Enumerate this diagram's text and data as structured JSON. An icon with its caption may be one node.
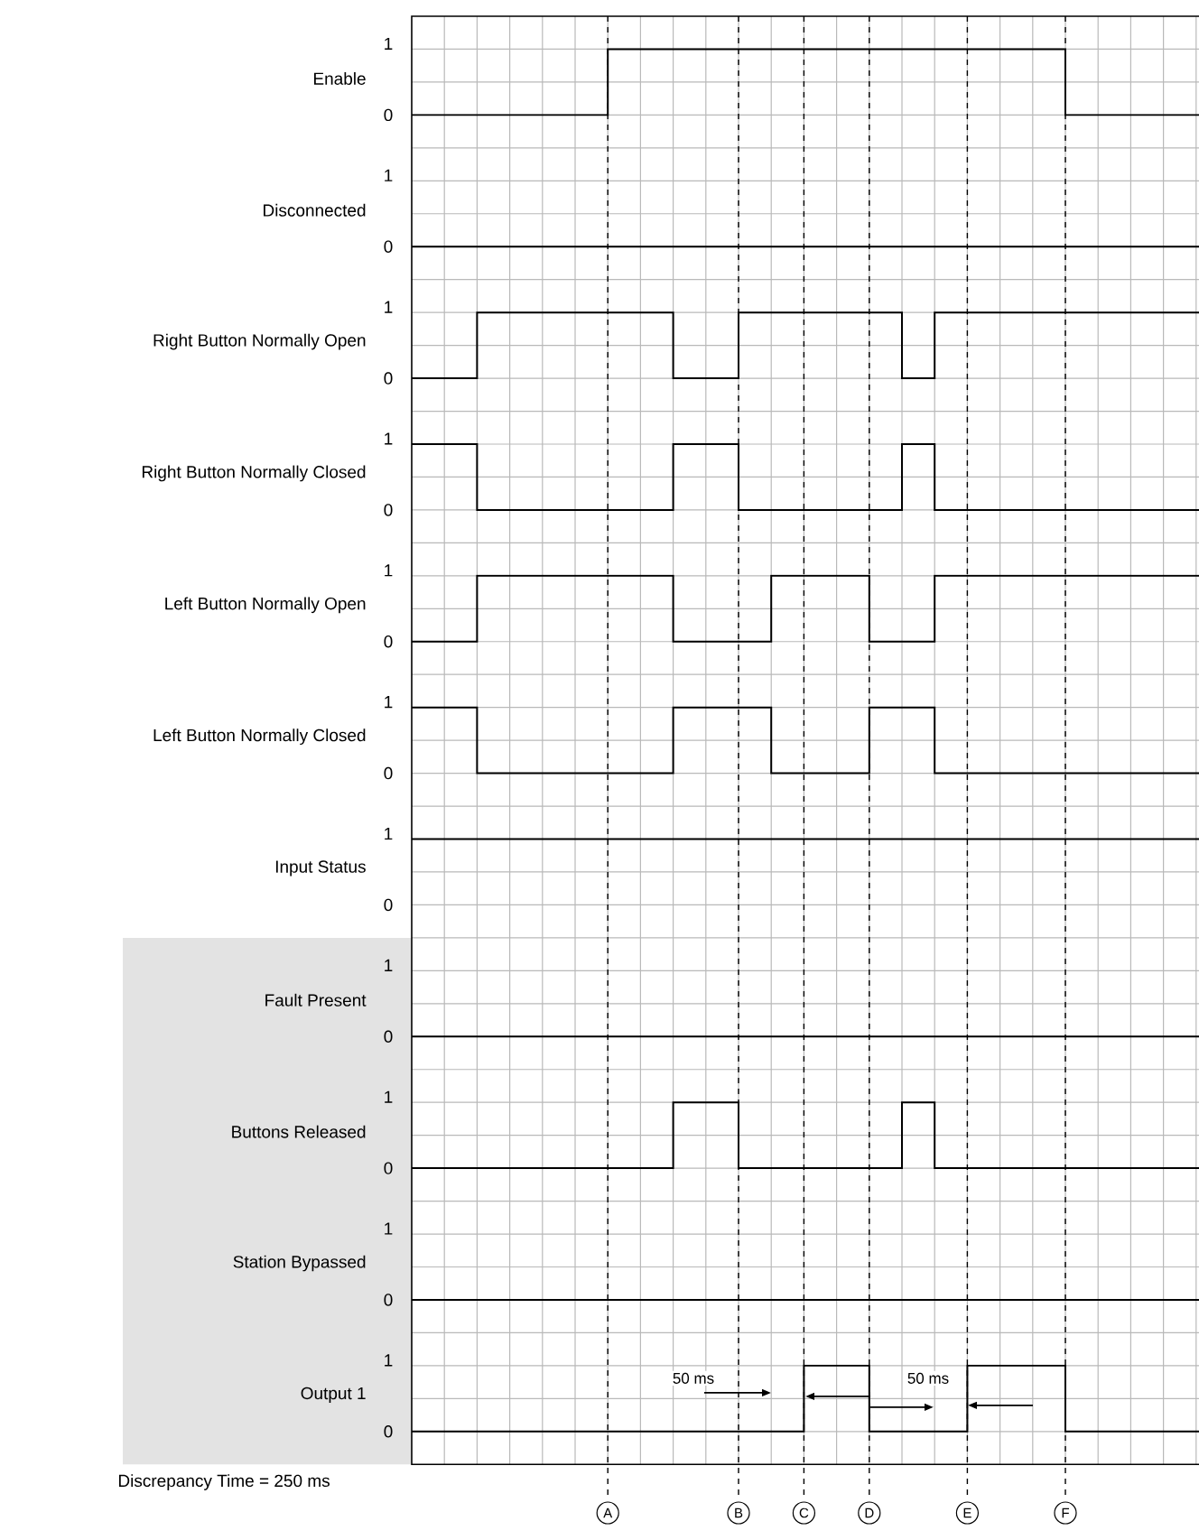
{
  "diagram": {
    "labels": [
      "Enable",
      "1",
      "0",
      "Disconnected",
      "1",
      "0",
      "Right Button Normally Open",
      "1",
      "0",
      "Right Button Normally Closed",
      "1",
      "0",
      "Left Button Normally Open",
      "1",
      "0",
      "Left Button Normally Closed",
      "1",
      "0",
      "Input Status",
      "1",
      "0",
      "Fault Present",
      "1",
      "0",
      "Buttons Released",
      "1",
      "0",
      "Station Bypassed",
      "1",
      "0",
      "Output 1",
      "1",
      "0",
      "50 ms",
      "50 ms",
      "Discrepancy Time = 250 ms",
      "A",
      "B",
      "C",
      "D",
      "E",
      "F"
    ]
  }
}
